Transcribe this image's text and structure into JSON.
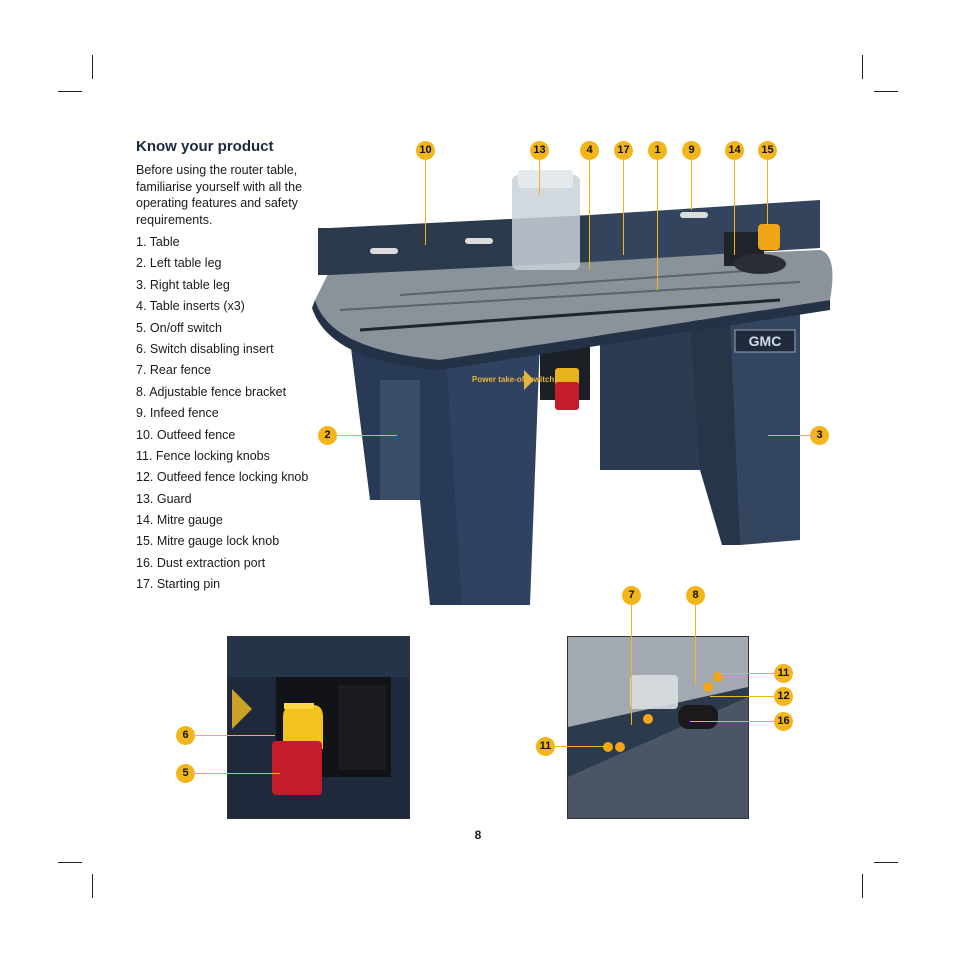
{
  "page": {
    "title": "Know your product",
    "intro": "Before using the router table, familiarise yourself with all the operating features and safety requirements.",
    "parts": [
      "1. Table",
      "2. Left table leg",
      "3. Right table leg",
      "4. Table inserts (x3)",
      "5. On/off switch",
      "6. Switch disabling insert",
      "7. Rear fence",
      "8. Adjustable fence bracket",
      "9. Infeed fence",
      "10. Outfeed fence",
      "11. Fence locking knobs",
      "12. Outfeed fence locking knob",
      "13. Guard",
      "14. Mitre gauge",
      "15. Mitre gauge lock knob",
      "16. Dust extraction port",
      "17. Starting pin"
    ],
    "page_number": "8"
  },
  "main_figure": {
    "callouts": {
      "c10": "10",
      "c13": "13",
      "c4": "4",
      "c17": "17",
      "c1": "1",
      "c9": "9",
      "c14": "14",
      "c15": "15",
      "c2": "2",
      "c3": "3"
    },
    "power_label": "Power take-off switch",
    "brand": "GMC"
  },
  "switch_figure": {
    "callouts": {
      "c6": "6",
      "c5": "5"
    }
  },
  "fence_figure": {
    "callouts": {
      "c7": "7",
      "c8": "8",
      "c11a": "11",
      "c12": "12",
      "c16": "16",
      "c11b": "11"
    }
  },
  "colors": {
    "accent": "#f3b61a",
    "table_top": "#8a929a",
    "body_blue": "#2b3b52"
  }
}
